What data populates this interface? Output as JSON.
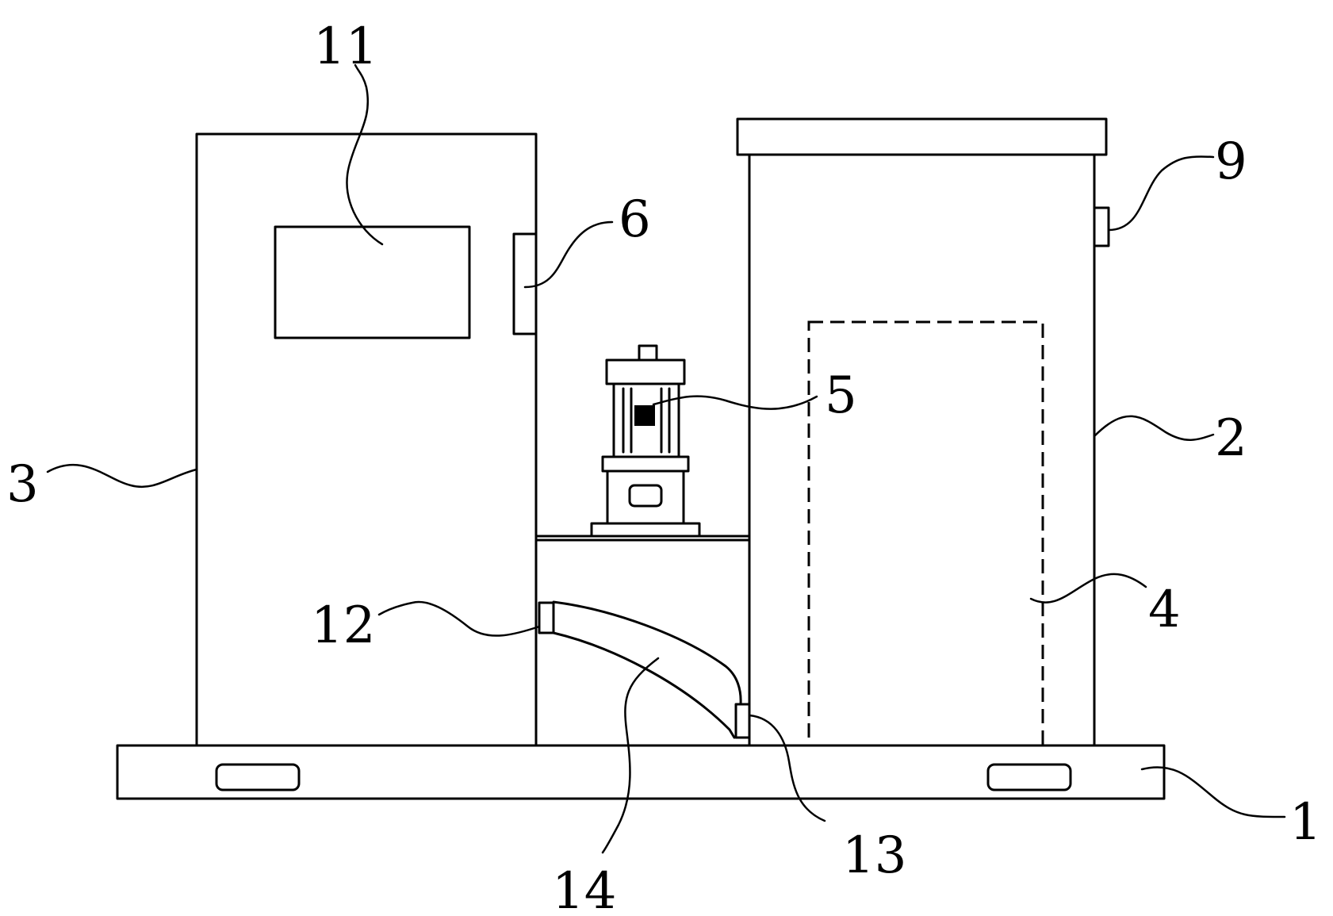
{
  "labels": {
    "base": "1",
    "right_cabinet": "2",
    "left_cabinet": "3",
    "inner_chamber": "4",
    "motor": "5",
    "side_component": "6",
    "side_fitting": "9",
    "window": "11",
    "pipe_upper_joint": "12",
    "pipe_lower_joint": "13",
    "pipe": "14"
  }
}
